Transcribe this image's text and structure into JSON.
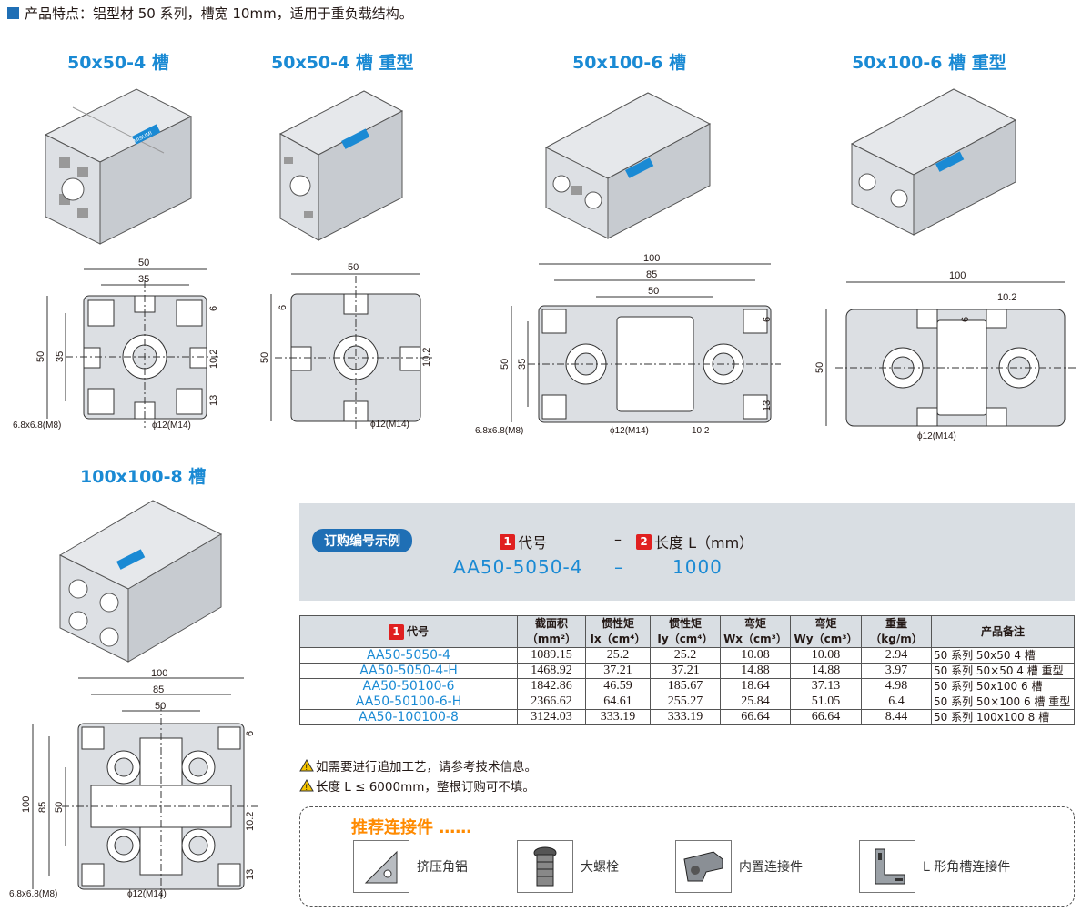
{
  "header": {
    "text": "产品特点：铝型材 50 系列，槽宽 10mm，适用于重负载结构。"
  },
  "profiles": [
    {
      "title": "50x50-4 槽"
    },
    {
      "title": "50x50-4 槽 重型"
    },
    {
      "title": "50x100-6 槽"
    },
    {
      "title": "50x100-6 槽 重型"
    },
    {
      "title": "100x100-8 槽"
    }
  ],
  "iso_logo": "MISUMI",
  "dims": {
    "d50": "50",
    "d35": "35",
    "d6": "6",
    "d10_2": "10.2",
    "d13": "13",
    "d100": "100",
    "d85": "85",
    "hole": "6.8x6.8(M8)",
    "phi": "ϕ12(M14)"
  },
  "order": {
    "pill": "订购编号示例",
    "n1": "1",
    "code_label": "代号",
    "dash": "–",
    "n2": "2",
    "length_label": "长度 L（mm）",
    "code_value": "AA50-5050-4",
    "length_value": "1000"
  },
  "table": {
    "headers": {
      "code_num": "1",
      "code": "代号",
      "area": "截面积",
      "area_u": "（mm²）",
      "ix": "惯性矩",
      "ix_u": "Ix（cm⁴）",
      "iy": "惯性矩",
      "iy_u": "Iy（cm⁴）",
      "wx": "弯矩",
      "wx_u": "Wx（cm³）",
      "wy": "弯矩",
      "wy_u": "Wy（cm³）",
      "wt": "重量",
      "wt_u": "（kg/m）",
      "note": "产品备注"
    },
    "rows": [
      {
        "code": "AA50-5050-4",
        "area": "1089.15",
        "ix": "25.2",
        "iy": "25.2",
        "wx": "10.08",
        "wy": "10.08",
        "wt": "2.94",
        "note": "50 系列 50x50 4 槽"
      },
      {
        "code": "AA50-5050-4-H",
        "area": "1468.92",
        "ix": "37.21",
        "iy": "37.21",
        "wx": "14.88",
        "wy": "14.88",
        "wt": "3.97",
        "note": "50 系列 50×50 4 槽 重型"
      },
      {
        "code": "AA50-50100-6",
        "area": "1842.86",
        "ix": "46.59",
        "iy": "185.67",
        "wx": "18.64",
        "wy": "37.13",
        "wt": "4.98",
        "note": "50 系列 50x100 6 槽"
      },
      {
        "code": "AA50-50100-6-H",
        "area": "2366.62",
        "ix": "64.61",
        "iy": "255.27",
        "wx": "25.84",
        "wy": "51.05",
        "wt": "6.4",
        "note": "50 系列 50×100 6 槽 重型"
      },
      {
        "code": "AA50-100100-8",
        "area": "3124.03",
        "ix": "333.19",
        "iy": "333.19",
        "wx": "66.64",
        "wy": "66.64",
        "wt": "8.44",
        "note": "50 系列 100x100 8 槽"
      }
    ]
  },
  "notes": [
    "如需要进行追加工艺，请参考技术信息。",
    "长度 L ≤ 6000mm，整根订购可不填。"
  ],
  "recommend": {
    "title": "推荐连接件 ……",
    "items": [
      {
        "label": "挤压角铝"
      },
      {
        "label": "大螺栓"
      },
      {
        "label": "内置连接件"
      },
      {
        "label": "L 形角槽连接件"
      }
    ]
  },
  "colors": {
    "accent": "#1a8ad4",
    "brand": "#1f6fb5",
    "panel": "#d9dee3",
    "warning": "#ff8a00",
    "badge": "#e02020"
  }
}
